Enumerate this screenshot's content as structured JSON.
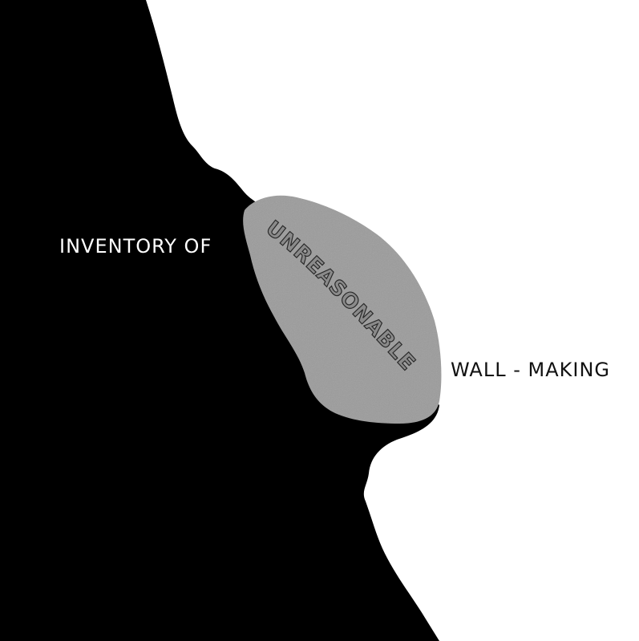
{
  "labels": {
    "left": "INVENTORY OF",
    "stone": "UNREASONABLE",
    "right": "WALL - MAKING"
  },
  "colors": {
    "silhouette": "#000000",
    "background": "#ffffff",
    "stone": "#9b9b9b",
    "left_text": "#ffffff",
    "right_text": "#111111"
  }
}
